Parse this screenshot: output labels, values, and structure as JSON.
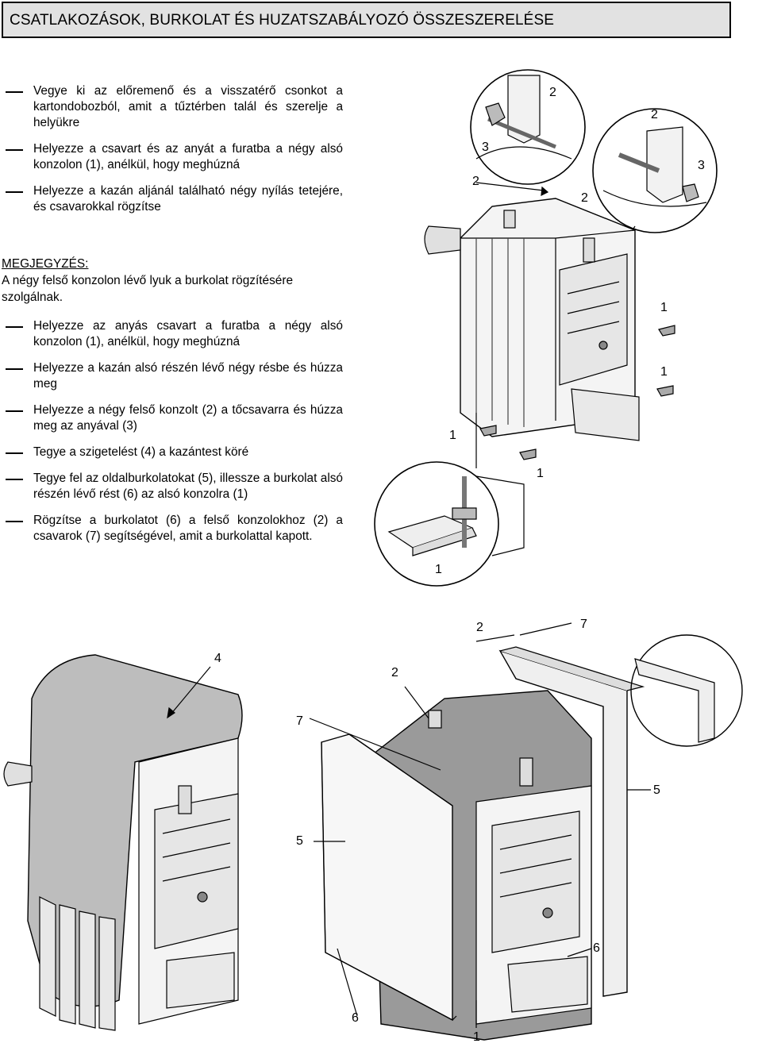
{
  "header": {
    "title": "CSATLAKOZÁSOK, BURKOLAT ÉS HUZATSZABÁLYOZÓ ÖSSZESZERELÉSE"
  },
  "steps_part1": [
    "Vegye ki az előremenő és a visszatérő csonkot a kartondobozból, amit a tűztérben talál és szerelje a helyükre",
    "Helyezze a csavart és az anyát a furatba a négy alsó konzolon (1), anélkül, hogy meghúzná",
    "Helyezze a kazán aljánál található négy nyílás tetejére, és csavarokkal rögzítse"
  ],
  "note": {
    "heading": "MEGJEGYZÉS:",
    "text": "A négy felső konzolon lévő lyuk a burkolat rögzítésére szolgálnak."
  },
  "steps_part2": [
    "Helyezze az anyás csavart a furatba a négy alsó konzolon (1), anélkül, hogy meghúzná",
    "Helyezze a kazán alsó részén lévő négy résbe és húzza meg",
    "Helyezze a négy felső konzolt (2) a tőcsavarra és húzza meg az anyával (3)",
    "Tegye a szigetelést (4) a kazántest köré",
    "Tegye fel az oldalburkolatokat (5), illessze a burkolat alsó részén lévő rést (6) az alsó konzolra (1)",
    "Rögzítse a burkolatot (6) a felső konzolokhoz (2) a csavarok (7) segítségével, amit a burkolattal kapott."
  ],
  "figure_labels": {
    "top_detail_1": [
      "2",
      "3",
      "2"
    ],
    "top_detail_2": [
      "2",
      "3",
      "2"
    ],
    "boiler_top": [
      "1",
      "1",
      "1",
      "1"
    ],
    "bottom_detail": [
      "1"
    ],
    "bottom_left": [
      "4"
    ],
    "bottom_right": [
      "2",
      "7",
      "2",
      "7",
      "5",
      "5",
      "6",
      "6",
      "1"
    ]
  }
}
